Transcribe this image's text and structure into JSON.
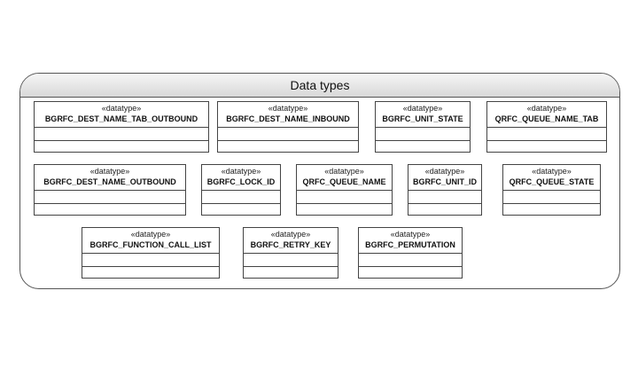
{
  "package": {
    "title": "Data types"
  },
  "stereotype": "«datatype»",
  "classes": [
    "BGRFC_DEST_NAME_TAB_OUTBOUND",
    "BGRFC_DEST_NAME_INBOUND",
    "BGRFC_UNIT_STATE",
    "QRFC_QUEUE_NAME_TAB",
    "BGRFC_DEST_NAME_OUTBOUND",
    "BGRFC_LOCK_ID",
    "QRFC_QUEUE_NAME",
    "BGRFC_UNIT_ID",
    "QRFC_QUEUE_STATE",
    "BGRFC_FUNCTION_CALL_LIST",
    "BGRFC_RETRY_KEY",
    "BGRFC_PERMUTATION"
  ]
}
